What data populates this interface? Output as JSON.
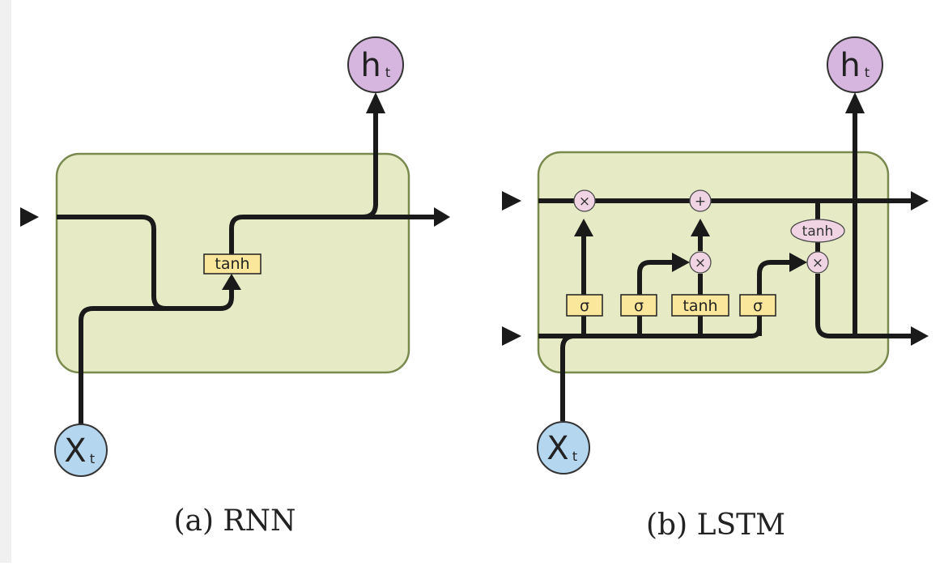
{
  "rnn": {
    "caption": "(a) RNN",
    "gate": "tanh",
    "output_node": {
      "main": "h",
      "sub": "t"
    },
    "input_node": {
      "main": "X",
      "sub": "t"
    }
  },
  "lstm": {
    "caption": "(b) LSTM",
    "ops": {
      "forget_multiply": "×",
      "add": "+",
      "input_multiply": "×",
      "output_tanh": "tanh",
      "output_multiply": "×"
    },
    "gates": {
      "forget": "σ",
      "input": "σ",
      "candidate": "tanh",
      "output": "σ"
    },
    "output_node": {
      "main": "h",
      "sub": "t"
    },
    "input_node": {
      "main": "X",
      "sub": "t"
    }
  },
  "colors": {
    "cell_fill": "#e6ebc5",
    "cell_border": "#7a8a4f",
    "gate_fill": "#fbe79b",
    "op_fill": "#f1d4e4",
    "output_node": "#d6b6de",
    "input_node": "#b4d6ef",
    "wire": "#1a1a1a"
  }
}
